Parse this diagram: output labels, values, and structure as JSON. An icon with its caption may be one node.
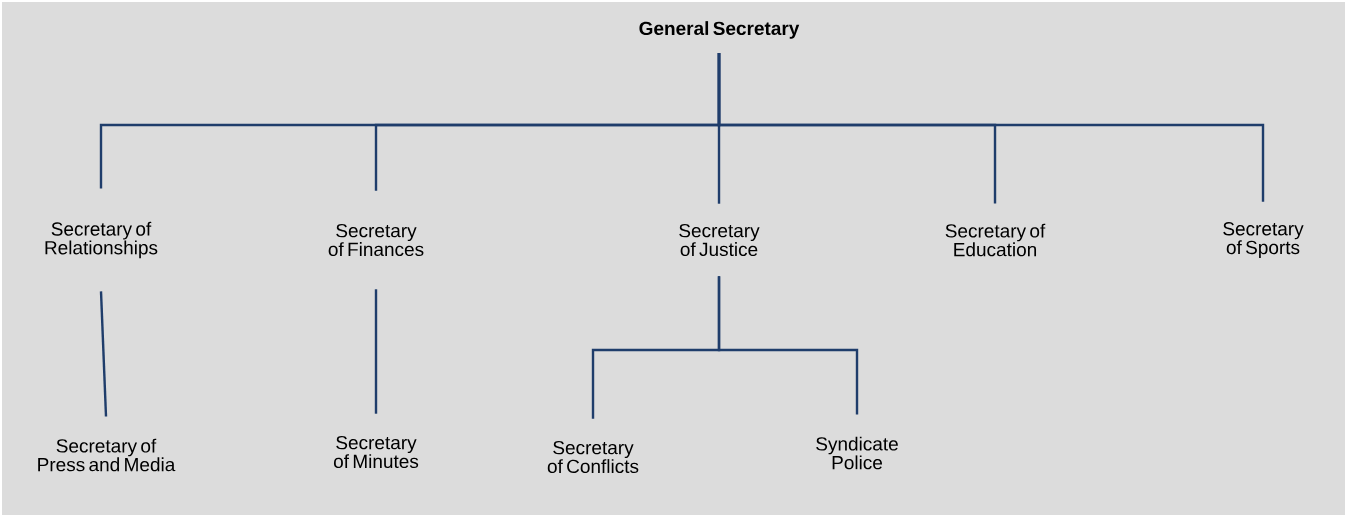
{
  "diagram": {
    "nodes": [
      {
        "text": [
          "General Secretary"
        ]
      },
      {
        "text": [
          "Secretary of Relationships"
        ]
      },
      {
        "text": [
          "Secretary of Finances"
        ]
      },
      {
        "text": [
          "Secretary of Justice"
        ]
      },
      {
        "text": [
          "Secretary of Education"
        ]
      },
      {
        "text": [
          "Secretary of Sports"
        ]
      },
      {
        "text": [
          "Secretary of Press and Media"
        ]
      },
      {
        "text": [
          "Secretary of Minutes"
        ]
      },
      {
        "text": [
          "Secretary of Conflicts"
        ]
      },
      {
        "text": [
          "Syndicate Police"
        ]
      }
    ],
    "edges": [
      {
        "from": 0,
        "to": 1,
        "arrow": "none"
      },
      {
        "from": 0,
        "to": 2,
        "arrow": "none"
      },
      {
        "from": 0,
        "to": 3,
        "arrow": "none"
      },
      {
        "from": 0,
        "to": 4,
        "arrow": "none"
      },
      {
        "from": 0,
        "to": 5,
        "arrow": "none"
      },
      {
        "from": 1,
        "to": 6,
        "arrow": "none"
      },
      {
        "from": 2,
        "to": 7,
        "arrow": "none"
      },
      {
        "from": 3,
        "to": 8,
        "arrow": "none"
      },
      {
        "from": 3,
        "to": 9,
        "arrow": "none"
      }
    ]
  }
}
